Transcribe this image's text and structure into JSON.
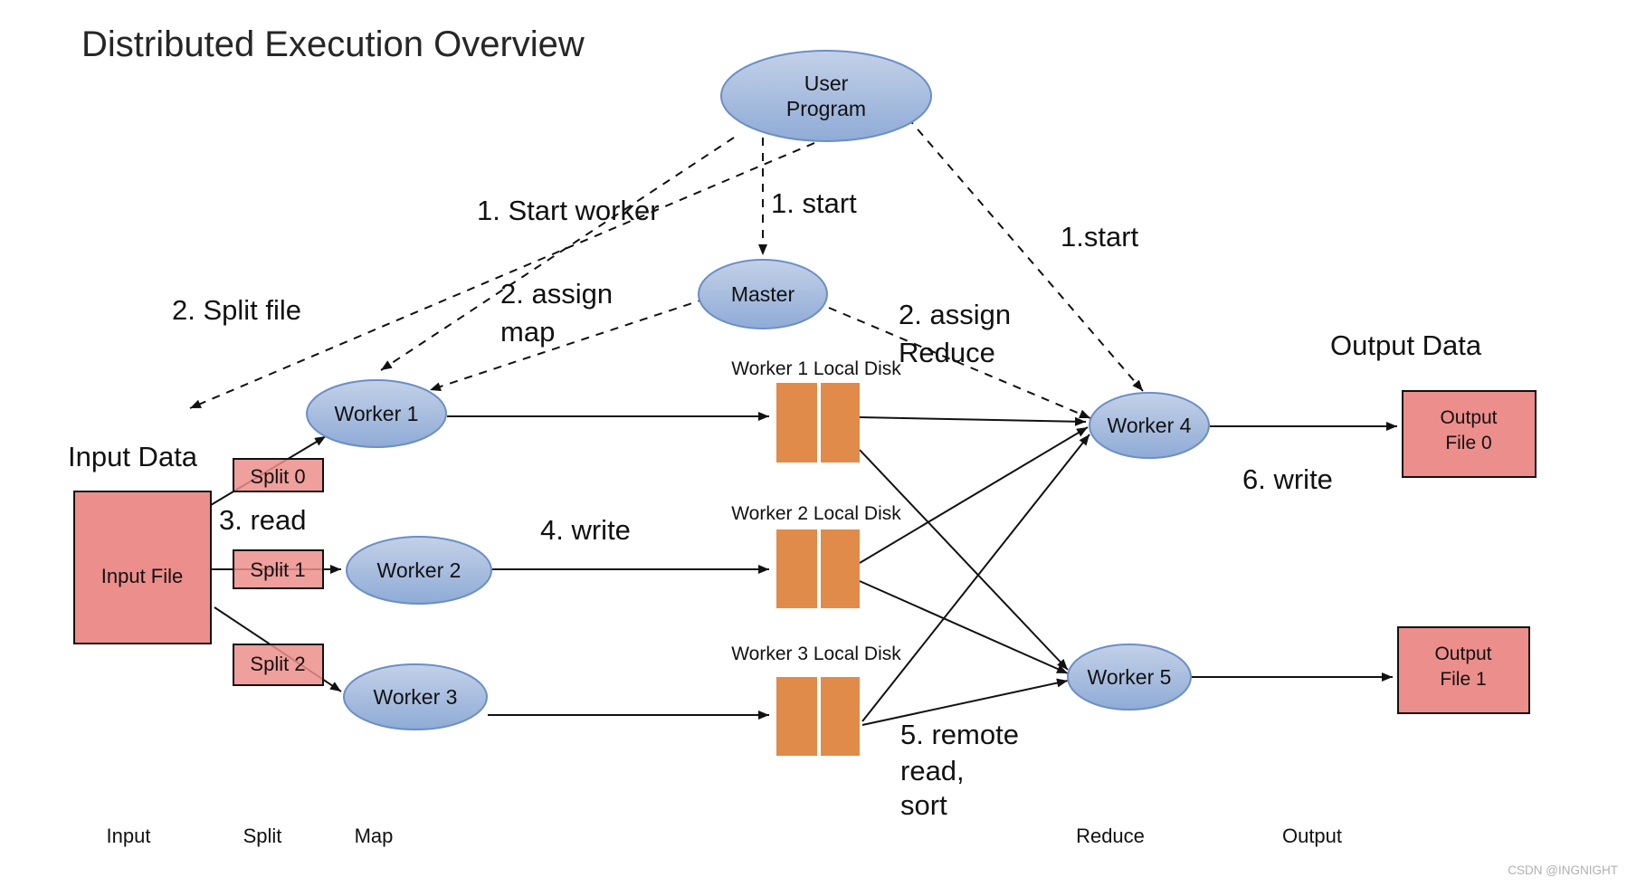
{
  "title": "Distributed Execution Overview",
  "watermark": "CSDN @INGNIGHT",
  "nodes": {
    "user_program": {
      "line1": "User",
      "line2": "Program"
    },
    "master": {
      "label": "Master"
    },
    "worker1": {
      "label": "Worker 1"
    },
    "worker2": {
      "label": "Worker 2"
    },
    "worker3": {
      "label": "Worker 3"
    },
    "worker4": {
      "label": "Worker 4"
    },
    "worker5": {
      "label": "Worker 5"
    }
  },
  "files": {
    "input_data_heading": "Input Data",
    "output_data_heading": "Output Data",
    "input_file": "Input File",
    "split0": "Split 0",
    "split1": "Split 1",
    "split2": "Split 2",
    "output_file0": {
      "line1": "Output",
      "line2": "File 0"
    },
    "output_file1": {
      "line1": "Output",
      "line2": "File 1"
    }
  },
  "disks": {
    "disk1": "Worker 1 Local Disk",
    "disk2": "Worker 2 Local Disk",
    "disk3": "Worker 3 Local Disk"
  },
  "annotations": {
    "start_worker": "1. Start worker",
    "start_master": "1. start",
    "start_reduce": "1.start",
    "split_file": "2. Split file",
    "assign_map_line1": "2. assign",
    "assign_map_line2": "map",
    "assign_reduce_line1": "2. assign",
    "assign_reduce_line2": "Reduce",
    "read": "3. read",
    "write_local": "4. write",
    "remote_line1": "5. remote",
    "remote_line2": "read,",
    "remote_line3": "sort",
    "write_output": "6. write"
  },
  "stages": {
    "input": "Input",
    "split": "Split",
    "map": "Map",
    "reduce": "Reduce",
    "output": "Output"
  },
  "colors": {
    "node_fill_top": "#c3d1e8",
    "node_fill_bottom": "#8fabd6",
    "node_border": "#6b8ec6",
    "file_fill": "#ec8e8b",
    "disk_fill": "#e08b49",
    "line": "#111111",
    "watermark": "#b0b0b0"
  }
}
